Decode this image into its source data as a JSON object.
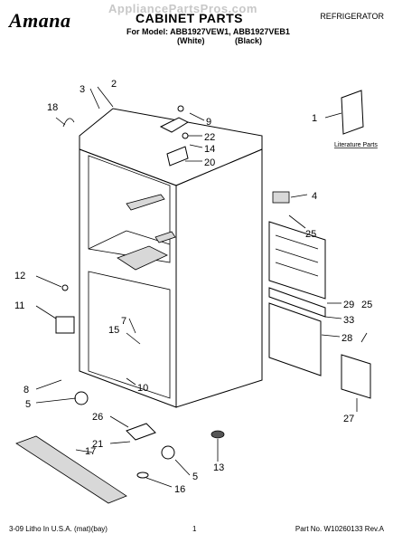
{
  "header": {
    "brand": "Amana",
    "watermark": "AppliancePartsPros.com",
    "title": "CABINET PARTS",
    "category": "REFRIGERATOR",
    "model_line": "For Model: ABB1927VEW1, ABB1927VEB1",
    "color_white": "(White)",
    "color_black": "(Black)"
  },
  "diagram": {
    "callouts": [
      "1",
      "2",
      "3",
      "4",
      "5",
      "5",
      "7",
      "8",
      "9",
      "10",
      "11",
      "12",
      "13",
      "14",
      "15",
      "16",
      "17",
      "18",
      "20",
      "21",
      "22",
      "25",
      "25",
      "26",
      "27",
      "28",
      "29",
      "33"
    ],
    "literature_label": "Literature Parts"
  },
  "footer": {
    "left": "3-09 Litho In U.S.A. (mat)(bay)",
    "page": "1",
    "part_no": "Part No. W10260133 Rev.A"
  }
}
